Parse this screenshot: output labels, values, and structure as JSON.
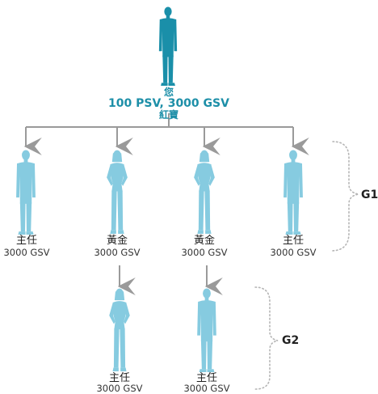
{
  "top": {
    "title": "您",
    "volume": "100 PSV, 3000 GSV",
    "rank": "紅寶",
    "color": "#1a8fa9"
  },
  "g1": [
    {
      "rank": "主任",
      "volume": "3000 GSV",
      "figure": "man-suit"
    },
    {
      "rank": "黃金",
      "volume": "3000 GSV",
      "figure": "woman-vest"
    },
    {
      "rank": "黃金",
      "volume": "3000 GSV",
      "figure": "woman-suit"
    },
    {
      "rank": "主任",
      "volume": "3000 GSV",
      "figure": "man-suit"
    }
  ],
  "g2": [
    {
      "rank": "主任",
      "volume": "3000 GSV",
      "figure": "woman-suit"
    },
    {
      "rank": "主任",
      "volume": "3000 GSV",
      "figure": "man-suit"
    }
  ],
  "generations": {
    "g1": "G1",
    "g2": "G2"
  },
  "colors": {
    "member": "#86cbe0",
    "line": "#9a9a9a",
    "bracket": "#b5b5b5"
  }
}
